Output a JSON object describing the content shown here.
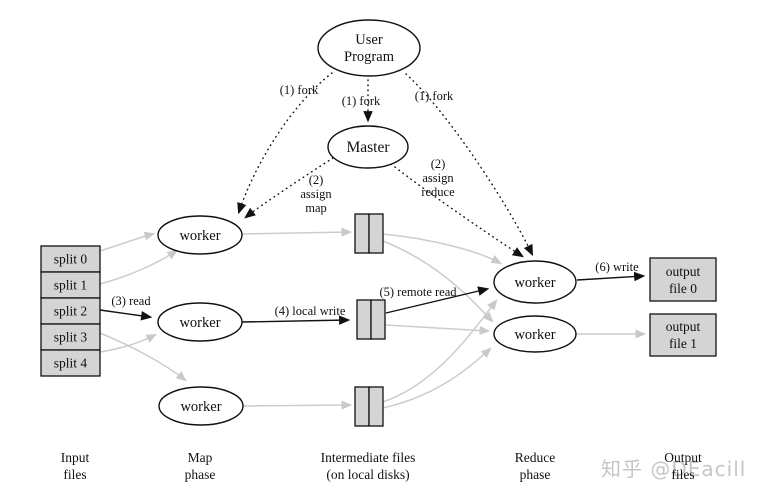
{
  "watermark": {
    "text": "知乎 @DEacill",
    "color": "#c6c6c6"
  },
  "colors": {
    "node_fill": "#ffffff",
    "box_fill": "#d4d4d4",
    "stroke": "#111111",
    "gray_arrow": "#cccccc"
  },
  "nodes": {
    "user_program": {
      "line1": "User",
      "line2": "Program"
    },
    "master": {
      "label": "Master"
    },
    "map_workers": [
      {
        "label": "worker"
      },
      {
        "label": "worker"
      },
      {
        "label": "worker"
      }
    ],
    "reduce_workers": [
      {
        "label": "worker"
      },
      {
        "label": "worker"
      }
    ]
  },
  "splits": [
    {
      "label": "split 0"
    },
    {
      "label": "split 1"
    },
    {
      "label": "split 2"
    },
    {
      "label": "split 3"
    },
    {
      "label": "split 4"
    }
  ],
  "outputs": [
    {
      "line1": "output",
      "line2": "file 0"
    },
    {
      "line1": "output",
      "line2": "file 1"
    }
  ],
  "edge_labels": {
    "fork_left": "(1) fork",
    "fork_center": "(1) fork",
    "fork_right": "(1) fork",
    "assign_map": {
      "line1": "(2)",
      "line2": "assign",
      "line3": "map"
    },
    "assign_reduce": {
      "line1": "(2)",
      "line2": "assign",
      "line3": "reduce"
    },
    "read": "(3) read",
    "local_write": "(4) local write",
    "remote_read": "(5) remote read",
    "write": "(6) write"
  },
  "phase_labels": {
    "input": {
      "line1": "Input",
      "line2": "files"
    },
    "map": {
      "line1": "Map",
      "line2": "phase"
    },
    "intermediate": {
      "line1": "Intermediate files",
      "line2": "(on local disks)"
    },
    "reduce": {
      "line1": "Reduce",
      "line2": "phase"
    },
    "output": {
      "line1": "Output",
      "line2": "files"
    }
  }
}
